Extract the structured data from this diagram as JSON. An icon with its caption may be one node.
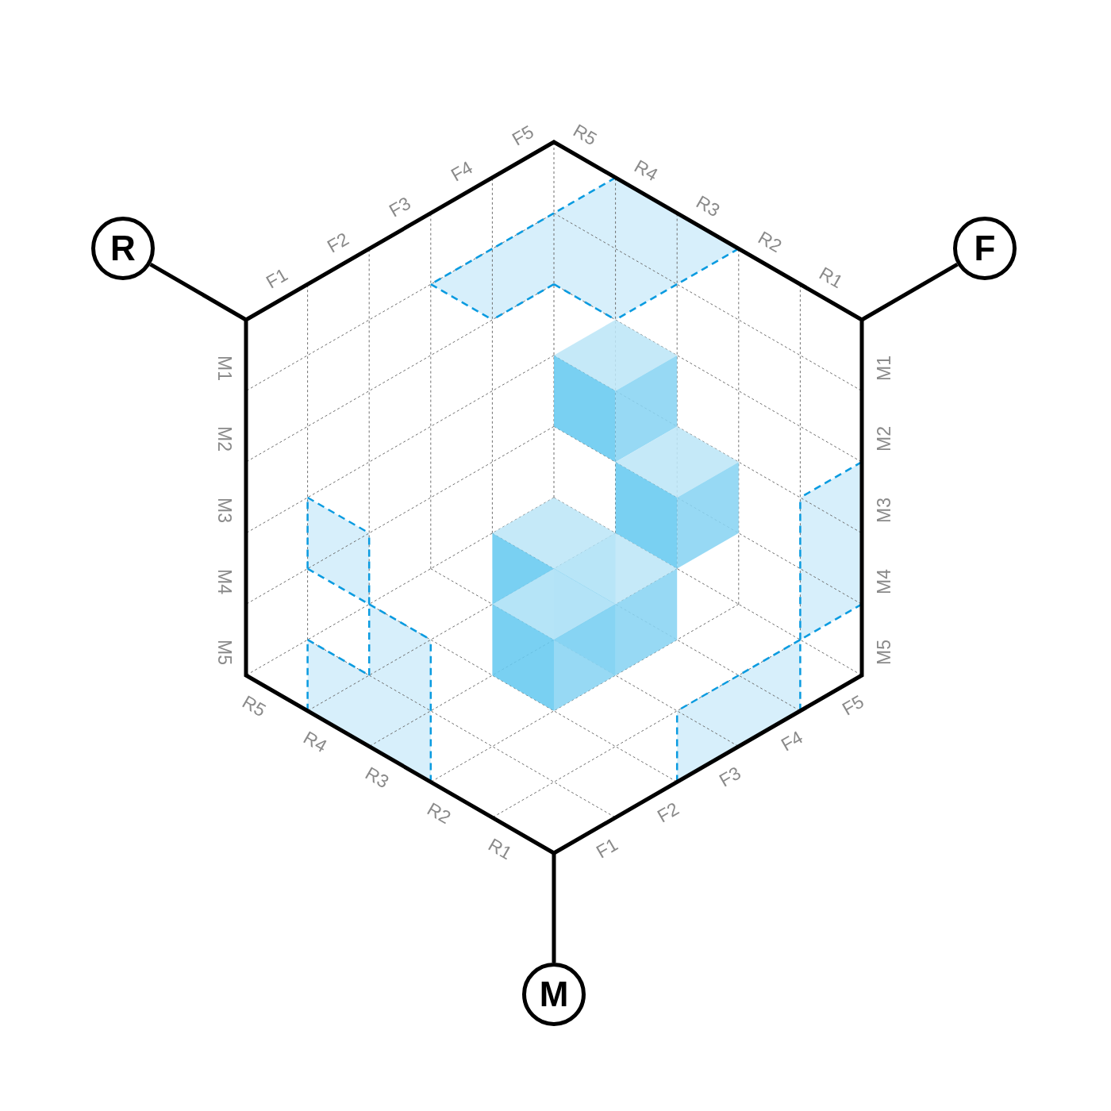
{
  "diagram": {
    "nodes": [
      {
        "text": [
          "R"
        ]
      },
      {
        "text": [
          "F"
        ]
      },
      {
        "text": [],
        "shape": "cube"
      },
      {
        "text": [
          "M"
        ]
      }
    ],
    "edges": [
      {
        "from": 0,
        "to": 2,
        "arrow": "none"
      },
      {
        "from": 1,
        "to": 2,
        "arrow": "none"
      },
      {
        "from": 3,
        "to": 2,
        "arrow": "none"
      }
    ],
    "labels": [
      "F1",
      "F2",
      "F3",
      "F4",
      "F5",
      "R5",
      "R4",
      "R3",
      "R2",
      "R1",
      "M1",
      "M2",
      "M3",
      "M4",
      "M5",
      "M1",
      "M2",
      "M3",
      "M4",
      "M5",
      "R5",
      "R4",
      "R3",
      "R2",
      "R1",
      "F1",
      "F2",
      "F3",
      "F4",
      "F5"
    ]
  }
}
